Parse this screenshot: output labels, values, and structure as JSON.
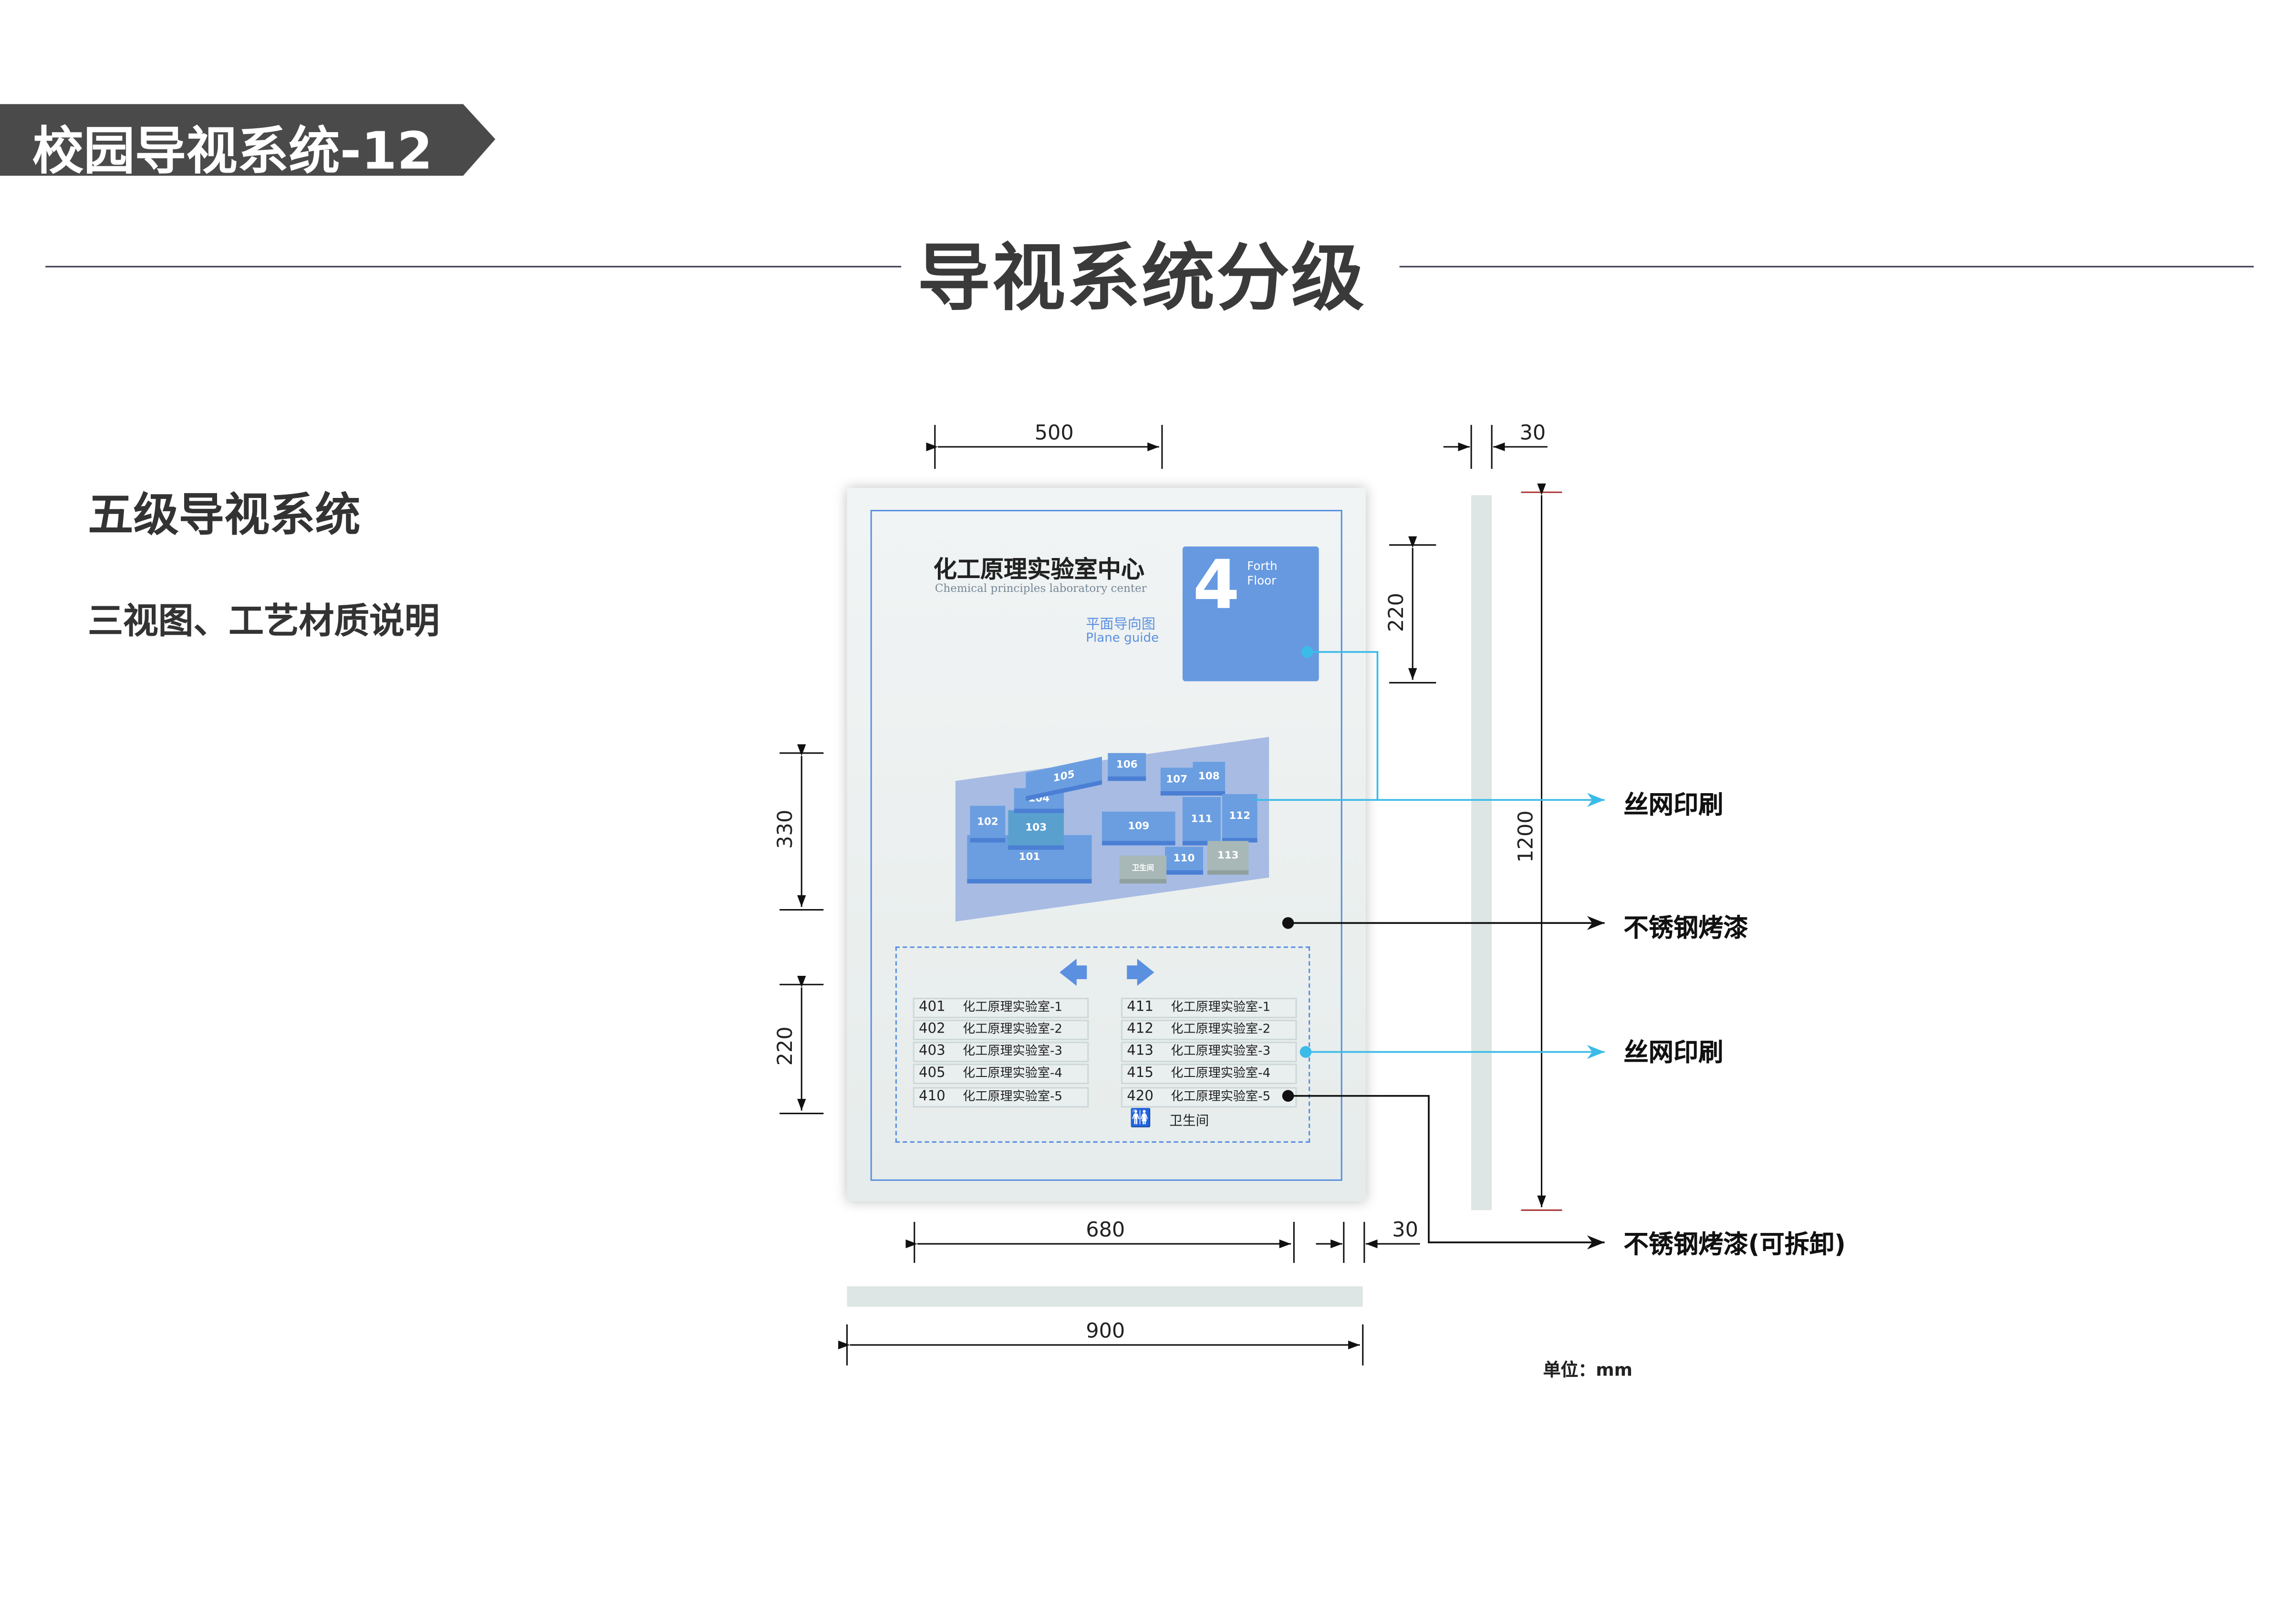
{
  "header": {
    "tag": "校园导视系统-12",
    "title": "导视系统分级"
  },
  "left": {
    "level": "五级导视系统",
    "subtitle": "三视图、工艺材质说明"
  },
  "sign": {
    "title": "化工原理实验室中心",
    "subtitle": "Chemical principles laboratory center",
    "floor_number": "4",
    "floor_text": "Forth\nFloor",
    "guide_cn": "平面导向图",
    "guide_en": "Plane guide",
    "map_rooms": [
      "101",
      "102",
      "103",
      "104",
      "105",
      "106",
      "107",
      "108",
      "109",
      "110",
      "111",
      "112",
      "113",
      "卫生间"
    ],
    "rooms_left": [
      {
        "no": "401",
        "name": "化工原理实验室-1"
      },
      {
        "no": "402",
        "name": "化工原理实验室-2"
      },
      {
        "no": "403",
        "name": "化工原理实验室-3"
      },
      {
        "no": "405",
        "name": "化工原理实验室-4"
      },
      {
        "no": "410",
        "name": "化工原理实验室-5"
      }
    ],
    "rooms_right": [
      {
        "no": "411",
        "name": "化工原理实验室-1"
      },
      {
        "no": "412",
        "name": "化工原理实验室-2"
      },
      {
        "no": "413",
        "name": "化工原理实验室-3"
      },
      {
        "no": "415",
        "name": "化工原理实验室-4"
      },
      {
        "no": "420",
        "name": "化工原理实验室-5"
      }
    ],
    "restroom": "卫生间"
  },
  "dimensions": {
    "top_width": "500",
    "thickness_top": "30",
    "header_height": "220",
    "total_height": "1200",
    "map_height": "330",
    "list_height": "220",
    "inner_width": "680",
    "thickness_bottom": "30",
    "total_width": "900"
  },
  "callouts": [
    "丝网印刷",
    "不锈钢烤漆",
    "丝网印刷",
    "不锈钢烤漆(可拆卸)"
  ],
  "unit": "单位：mm",
  "colors": {
    "accent": "#5b90e0",
    "callout_line": "#3bbbe8",
    "tag_bg": "#4a4a4a"
  }
}
